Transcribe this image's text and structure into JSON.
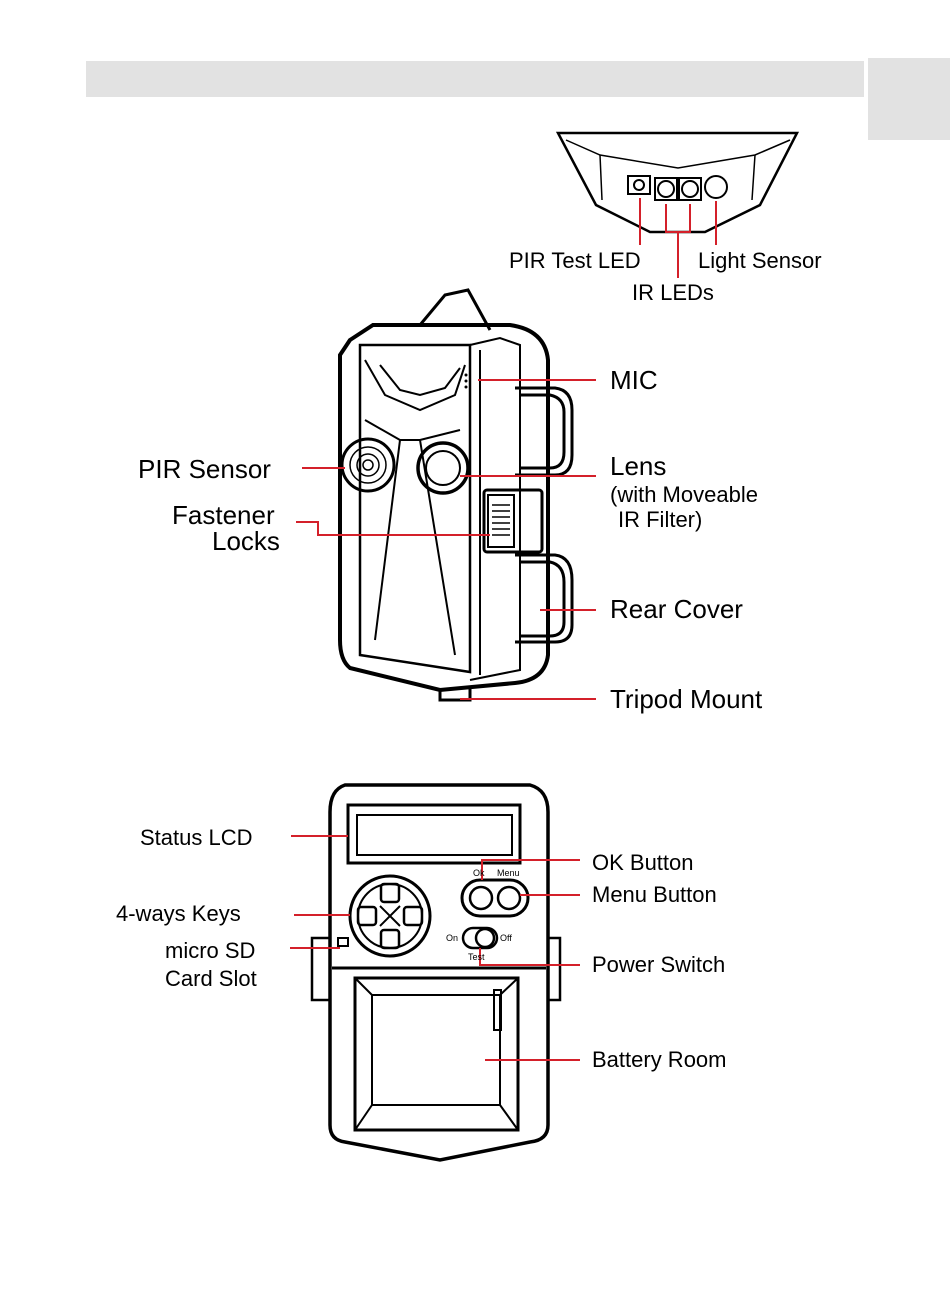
{
  "top_detail": {
    "pir_test_led": "PIR Test LED",
    "ir_leds": "IR LEDs",
    "light_sensor": "Light Sensor"
  },
  "front_view": {
    "mic": "MIC",
    "pir_sensor": "PIR Sensor",
    "fastener_locks_1": "Fastener",
    "fastener_locks_2": "Locks",
    "lens": "Lens",
    "lens_note_1": "(with Moveable",
    "lens_note_2": "IR Filter)",
    "rear_cover": "Rear Cover",
    "tripod_mount": "Tripod Mount"
  },
  "rear_view": {
    "status_lcd": "Status LCD",
    "ok_button": "OK Button",
    "menu_button": "Menu Button",
    "four_way_keys": "4-ways Keys",
    "micro_sd_1": "micro SD",
    "micro_sd_2": "Card Slot",
    "power_switch": "Power Switch",
    "battery_room": "Battery Room",
    "ok_small": "Ok",
    "menu_small": "Menu",
    "on_small": "On",
    "off_small": "Off",
    "test_small": "Test"
  },
  "colors": {
    "callout_line": "#d4202a",
    "header_bar": "#e2e2e2"
  }
}
